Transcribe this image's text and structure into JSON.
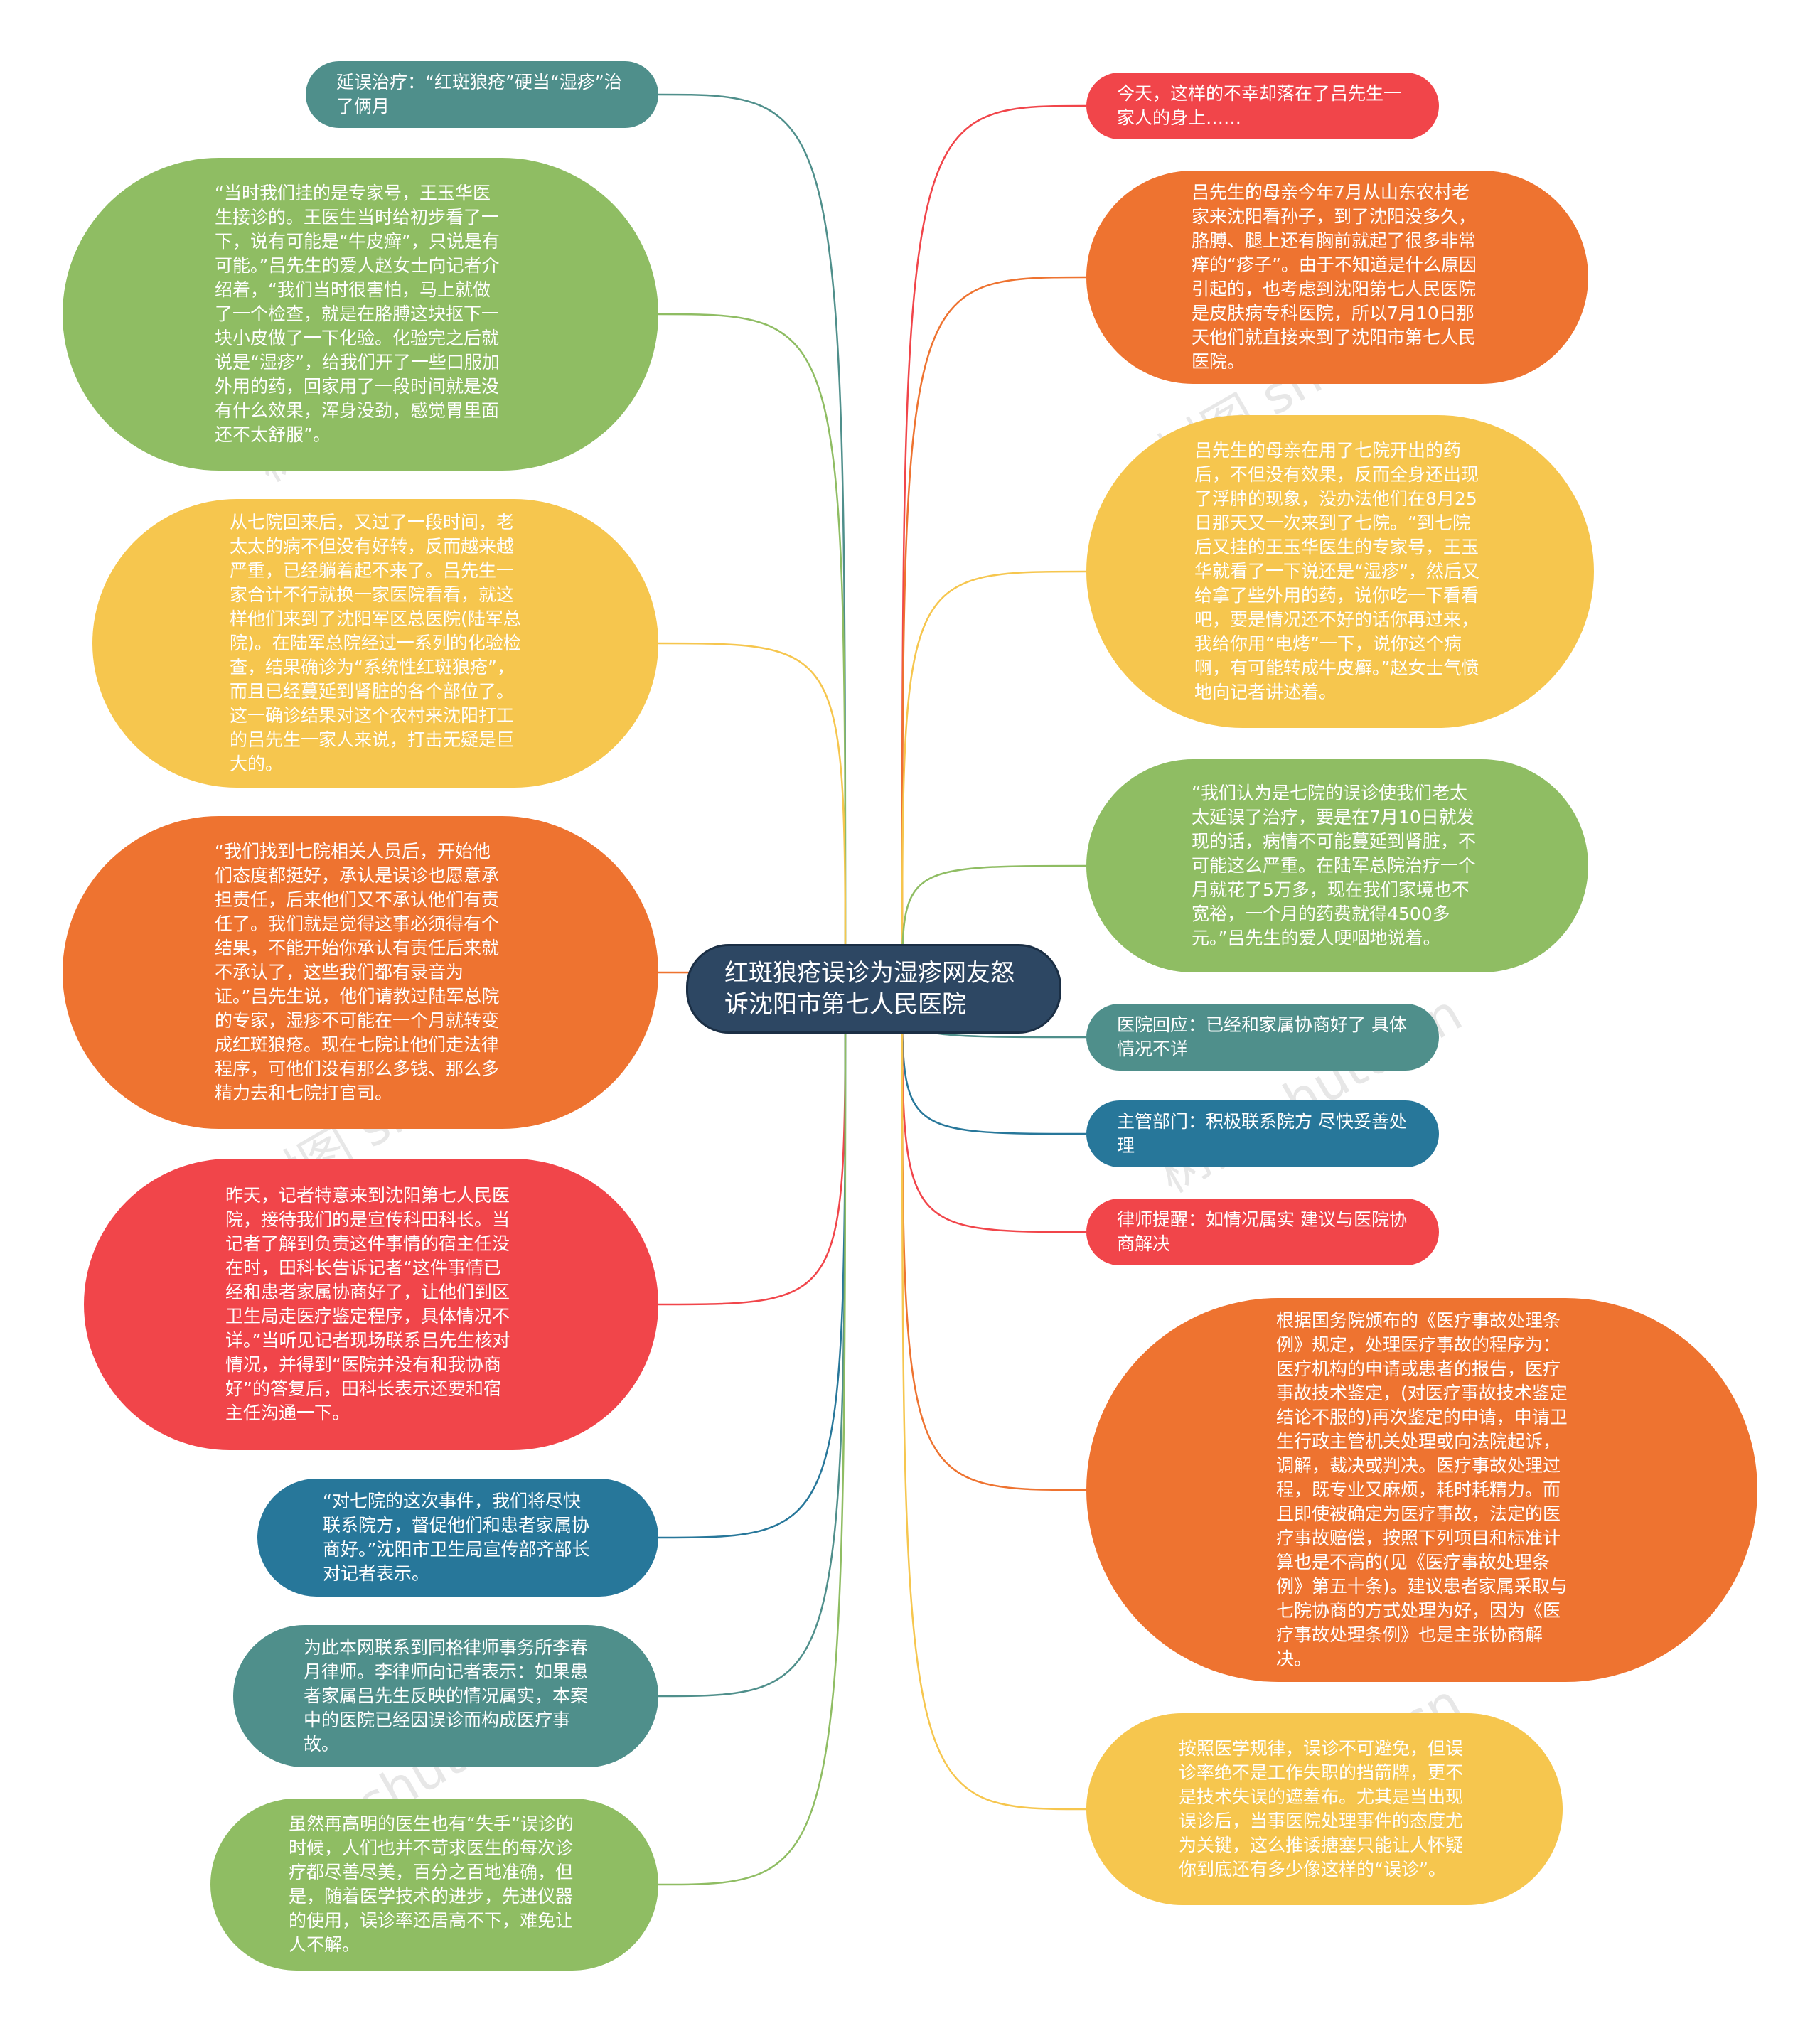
{
  "center": {
    "title": "红斑狼疮误诊为湿疹网友怒诉沈阳市第七人民医院"
  },
  "palette": {
    "teal": "#4f8f8b",
    "green": "#8fbd63",
    "yellow": "#f6c64e",
    "orange": "#ee7330",
    "red": "#f1454a",
    "blue": "#27779a",
    "dark": "#2d4763"
  },
  "left_nodes": [
    {
      "id": "l1",
      "color": "teal",
      "text": "延误治疗：“红斑狼疮”硬当“湿疹”治了俩月"
    },
    {
      "id": "l2",
      "color": "green",
      "text": "“当时我们挂的是专家号，王玉华医生接诊的。王医生当时给初步看了一下，说有可能是“牛皮癣”，只说是有可能。”吕先生的爱人赵女士向记者介绍着，“我们当时很害怕，马上就做了一个检查，就是在胳膊这块抠下一块小皮做了一下化验。化验完之后就说是“湿疹”，给我们开了一些口服加外用的药，回家用了一段时间就是没有什么效果，浑身没劲，感觉胃里面还不太舒服”。"
    },
    {
      "id": "l3",
      "color": "yellow",
      "text": "从七院回来后，又过了一段时间，老太太的病不但没有好转，反而越来越严重，已经躺着起不来了。吕先生一家合计不行就换一家医院看看，就这样他们来到了沈阳军区总医院(陆军总院)。在陆军总院经过一系列的化验检查，结果确诊为“系统性红斑狼疮”，而且已经蔓延到肾脏的各个部位了。这一确诊结果对这个农村来沈阳打工的吕先生一家人来说，打击无疑是巨大的。"
    },
    {
      "id": "l4",
      "color": "orange",
      "text": "“我们找到七院相关人员后，开始他们态度都挺好，承认是误诊也愿意承担责任，后来他们又不承认他们有责任了。我们就是觉得这事必须得有个结果，不能开始你承认有责任后来就不承认了，这些我们都有录音为证。”吕先生说，他们请教过陆军总院的专家，湿疹不可能在一个月就转变成红斑狼疮。现在七院让他们走法律程序，可他们没有那么多钱、那么多精力去和七院打官司。"
    },
    {
      "id": "l5",
      "color": "red",
      "text": "昨天，记者特意来到沈阳第七人民医院，接待我们的是宣传科田科长。当记者了解到负责这件事情的宿主任没在时，田科长告诉记者“这件事情已经和患者家属协商好了，让他们到区卫生局走医疗鉴定程序，具体情况不详。”当听见记者现场联系吕先生核对情况，并得到“医院并没有和我协商好”的答复后，田科长表示还要和宿主任沟通一下。"
    },
    {
      "id": "l6",
      "color": "blue",
      "text": "“对七院的这次事件，我们将尽快联系院方，督促他们和患者家属协商好。”沈阳市卫生局宣传部齐部长对记者表示。"
    },
    {
      "id": "l7",
      "color": "teal",
      "text": "为此本网联系到同格律师事务所李春月律师。李律师向记者表示：如果患者家属吕先生反映的情况属实，本案中的医院已经因误诊而构成医疗事故。"
    },
    {
      "id": "l8",
      "color": "green",
      "text": "虽然再高明的医生也有“失手”误诊的时候，人们也并不苛求医生的每次诊疗都尽善尽美，百分之百地准确，但是，随着医学技术的进步，先进仪器的使用，误诊率还居高不下，难免让人不解。"
    }
  ],
  "right_nodes": [
    {
      "id": "r1",
      "color": "red",
      "text": "今天，这样的不幸却落在了吕先生一家人的身上……"
    },
    {
      "id": "r2",
      "color": "orange",
      "text": "吕先生的母亲今年7月从山东农村老家来沈阳看孙子，到了沈阳没多久，胳膊、腿上还有胸前就起了很多非常痒的“疹子”。由于不知道是什么原因引起的，也考虑到沈阳第七人民医院是皮肤病专科医院，所以7月10日那天他们就直接来到了沈阳市第七人民医院。"
    },
    {
      "id": "r3",
      "color": "yellow",
      "text": "吕先生的母亲在用了七院开出的药后，不但没有效果，反而全身还出现了浮肿的现象，没办法他们在8月25日那天又一次来到了七院。“到七院后又挂的王玉华医生的专家号，王玉华就看了一下说还是“湿疹”，然后又给拿了些外用的药，说你吃一下看看吧，要是情况还不好的话你再过来，我给你用“电烤”一下，说你这个病啊，有可能转成牛皮癣。”赵女士气愤地向记者讲述着。"
    },
    {
      "id": "r4",
      "color": "green",
      "text": "“我们认为是七院的误诊使我们老太太延误了治疗，要是在7月10日就发现的话，病情不可能蔓延到肾脏，不可能这么严重。在陆军总院治疗一个月就花了5万多，现在我们家境也不宽裕，一个月的药费就得4500多元。”吕先生的爱人哽咽地说着。"
    },
    {
      "id": "r5",
      "color": "teal",
      "text": "医院回应：已经和家属协商好了 具体情况不详"
    },
    {
      "id": "r6",
      "color": "blue",
      "text": "主管部门：积极联系院方 尽快妥善处理"
    },
    {
      "id": "r7",
      "color": "red",
      "text": "律师提醒：如情况属实 建议与医院协商解决"
    },
    {
      "id": "r8",
      "color": "orange",
      "text": "根据国务院颁布的《医疗事故处理条例》规定，处理医疗事故的程序为：医疗机构的申请或患者的报告，医疗事故技术鉴定，(对医疗事故技术鉴定结论不服的)再次鉴定的申请，申请卫生行政主管机关处理或向法院起诉，调解，裁决或判决。医疗事故处理过程，既专业又麻烦，耗时耗精力。而且即使被确定为医疗事故，法定的医疗事故赔偿，按照下列项目和标准计算也是不高的(见《医疗事故处理条例》第五十条)。建议患者家属采取与七院协商的方式处理为好，因为《医疗事故处理条例》也是主张协商解决。"
    },
    {
      "id": "r9",
      "color": "yellow",
      "text": "按照医学规律，误诊不可避免，但误诊率绝不是工作失职的挡箭牌，更不是技术失误的遮羞布。尤其是当出现误诊后，当事医院处理事件的态度尤为关键，这么推诿搪塞只能让人怀疑你到底还有多少像这样的“误诊”。"
    }
  ],
  "watermarks": [
    "树图 shutu.cn",
    "树图 shutu.cn",
    "树图 shutu.cn",
    "树图 shutu.cn",
    "树图 shutu.cn",
    "树图 shutu.cn",
    "树图 shutu.cn",
    "树图 shutu.cn"
  ]
}
